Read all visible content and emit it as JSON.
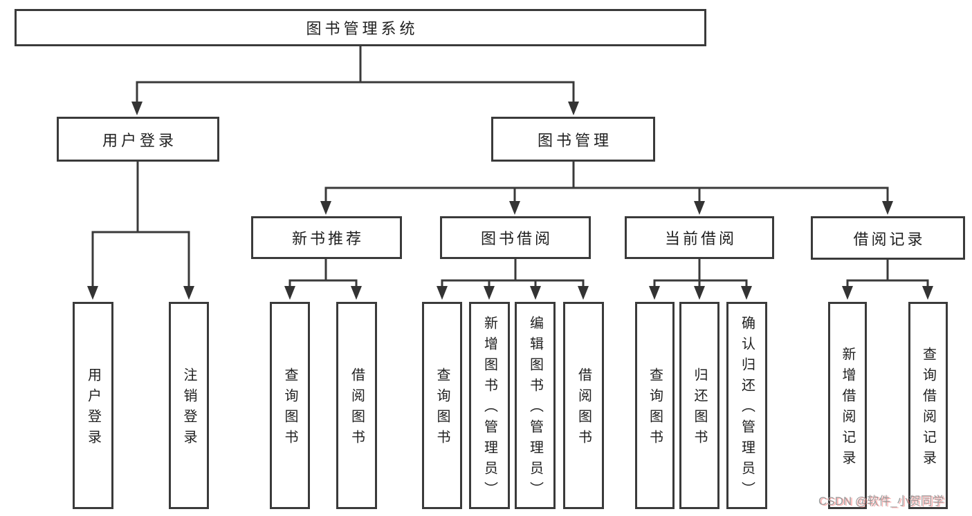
{
  "diagram": {
    "root": {
      "label": "图书管理系统"
    },
    "user_login": {
      "label": "用户登录",
      "children": [
        {
          "label": "用户登录"
        },
        {
          "label": "注销登录"
        }
      ]
    },
    "book_mgmt": {
      "label": "图书管理",
      "groups": [
        {
          "label": "新书推荐",
          "children": [
            {
              "label": "查询图书"
            },
            {
              "label": "借阅图书"
            }
          ]
        },
        {
          "label": "图书借阅",
          "children": [
            {
              "label": "查询图书"
            },
            {
              "label": "新增图书（管理员）"
            },
            {
              "label": "编辑图书（管理员）"
            },
            {
              "label": "借阅图书"
            }
          ]
        },
        {
          "label": "当前借阅",
          "children": [
            {
              "label": "查询图书"
            },
            {
              "label": "归还图书"
            },
            {
              "label": "确认归还（管理员）"
            }
          ]
        },
        {
          "label": "借阅记录",
          "children": [
            {
              "label": "新增借阅记录"
            },
            {
              "label": "查询借阅记录"
            }
          ]
        }
      ]
    }
  },
  "watermark": {
    "text": "CSDN @软件_小贺同学"
  },
  "colors": {
    "line": "#3a3a3a",
    "box_border": "#3a3a3a",
    "text": "#1f1f1f",
    "background": "#ffffff",
    "watermark_text": "#9b9b9b",
    "watermark_shadow": "#ff6e6e"
  }
}
